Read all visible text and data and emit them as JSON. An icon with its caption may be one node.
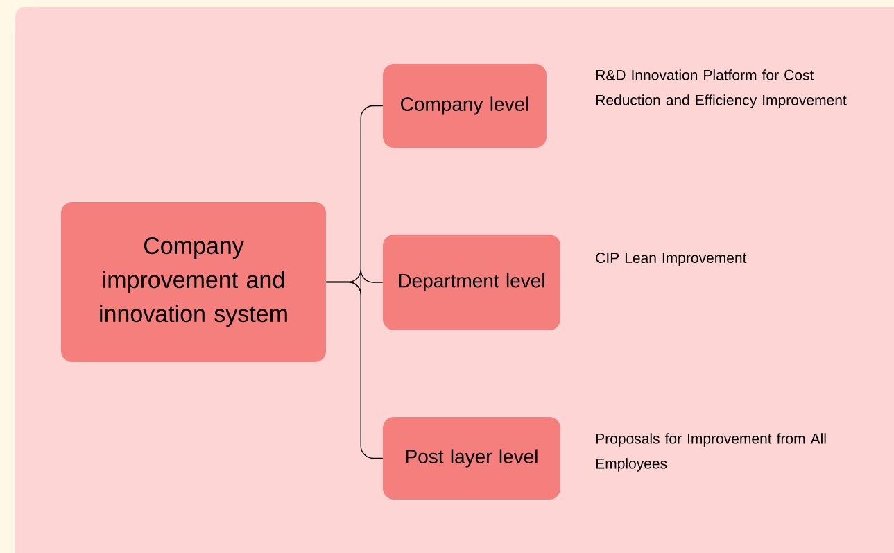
{
  "diagram": {
    "nodes": [
      {
        "text": [
          "Company improvement and innovation system"
        ]
      },
      {
        "text": [
          "Company level"
        ],
        "beside": [
          "R&D Innovation Platform for Cost Reduction and Efficiency Improvement"
        ]
      },
      {
        "text": [
          "Department level"
        ],
        "beside": [
          "CIP Lean Improvement"
        ]
      },
      {
        "text": [
          "Post layer level"
        ],
        "beside": [
          "Proposals for Improvement from All Employees"
        ]
      }
    ],
    "edges": [
      {
        "from": 0,
        "to": 1,
        "arrow": "none"
      },
      {
        "from": 0,
        "to": 2,
        "arrow": "none"
      },
      {
        "from": 0,
        "to": 3,
        "arrow": "none"
      }
    ]
  }
}
